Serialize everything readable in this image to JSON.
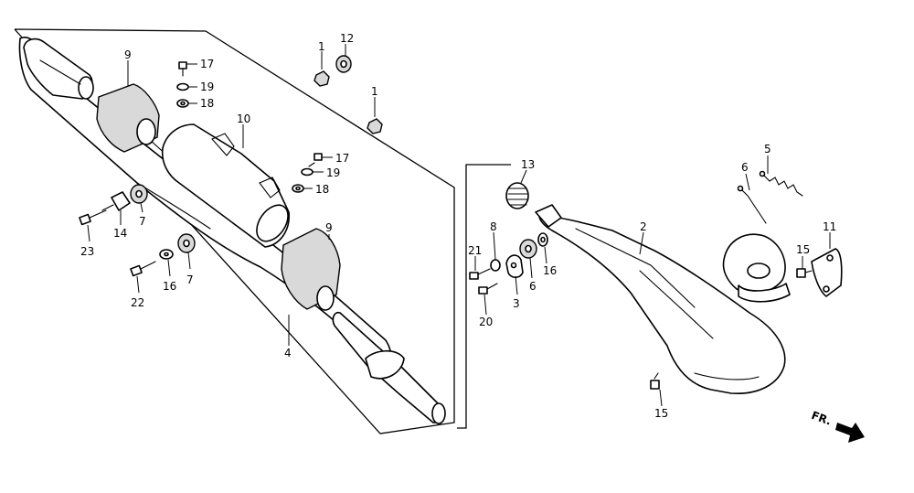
{
  "callouts": {
    "c1a": "1",
    "c12": "12",
    "c1b": "1",
    "c9a": "9",
    "c17a": "17",
    "c19a": "19",
    "c18a": "18",
    "c10": "10",
    "c17b": "17",
    "c19b": "19",
    "c18b": "18",
    "c7a": "7",
    "c14": "14",
    "c23": "23",
    "c7b": "7",
    "c16a": "16",
    "c22": "22",
    "c9b": "9",
    "c4": "4",
    "c13": "13",
    "c8": "8",
    "c21": "21",
    "c20": "20",
    "c3": "3",
    "c6a": "6",
    "c16b": "16",
    "c2": "2",
    "c6b": "6",
    "c5": "5",
    "c11": "11",
    "c15a": "15",
    "c15b": "15"
  },
  "front_marker": "FR."
}
